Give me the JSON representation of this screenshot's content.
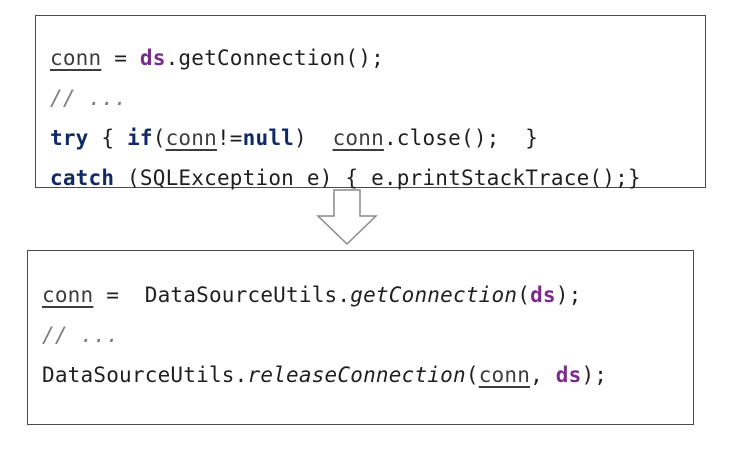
{
  "top_code": {
    "line1": {
      "var": "conn",
      "eq": " = ",
      "ds": "ds",
      "rest": ".getConnection();"
    },
    "line2": "// ...",
    "line3": {
      "try": "try",
      "brace_open": " { ",
      "if": "if",
      "paren": "(",
      "var": "conn",
      "cond": "!=",
      "null": "null",
      "after": ")  ",
      "var2": "conn",
      "close": ".close();  }"
    },
    "line4": {
      "catch": "catch",
      "rest": " (SQLException e) { e.printStackTrace();}"
    }
  },
  "arrow_icon": "down-arrow-icon",
  "bottom_code": {
    "line1": {
      "var": "conn",
      "eq": " =  DataSourceUtils.",
      "method": "getConnection",
      "paren": "(",
      "ds": "ds",
      "close": ");"
    },
    "line2": "// ...",
    "line3": {
      "cls": "DataSourceUtils.",
      "method": "releaseConnection",
      "paren": "(",
      "var": "conn",
      "comma": ", ",
      "ds": "ds",
      "close": ");"
    }
  }
}
